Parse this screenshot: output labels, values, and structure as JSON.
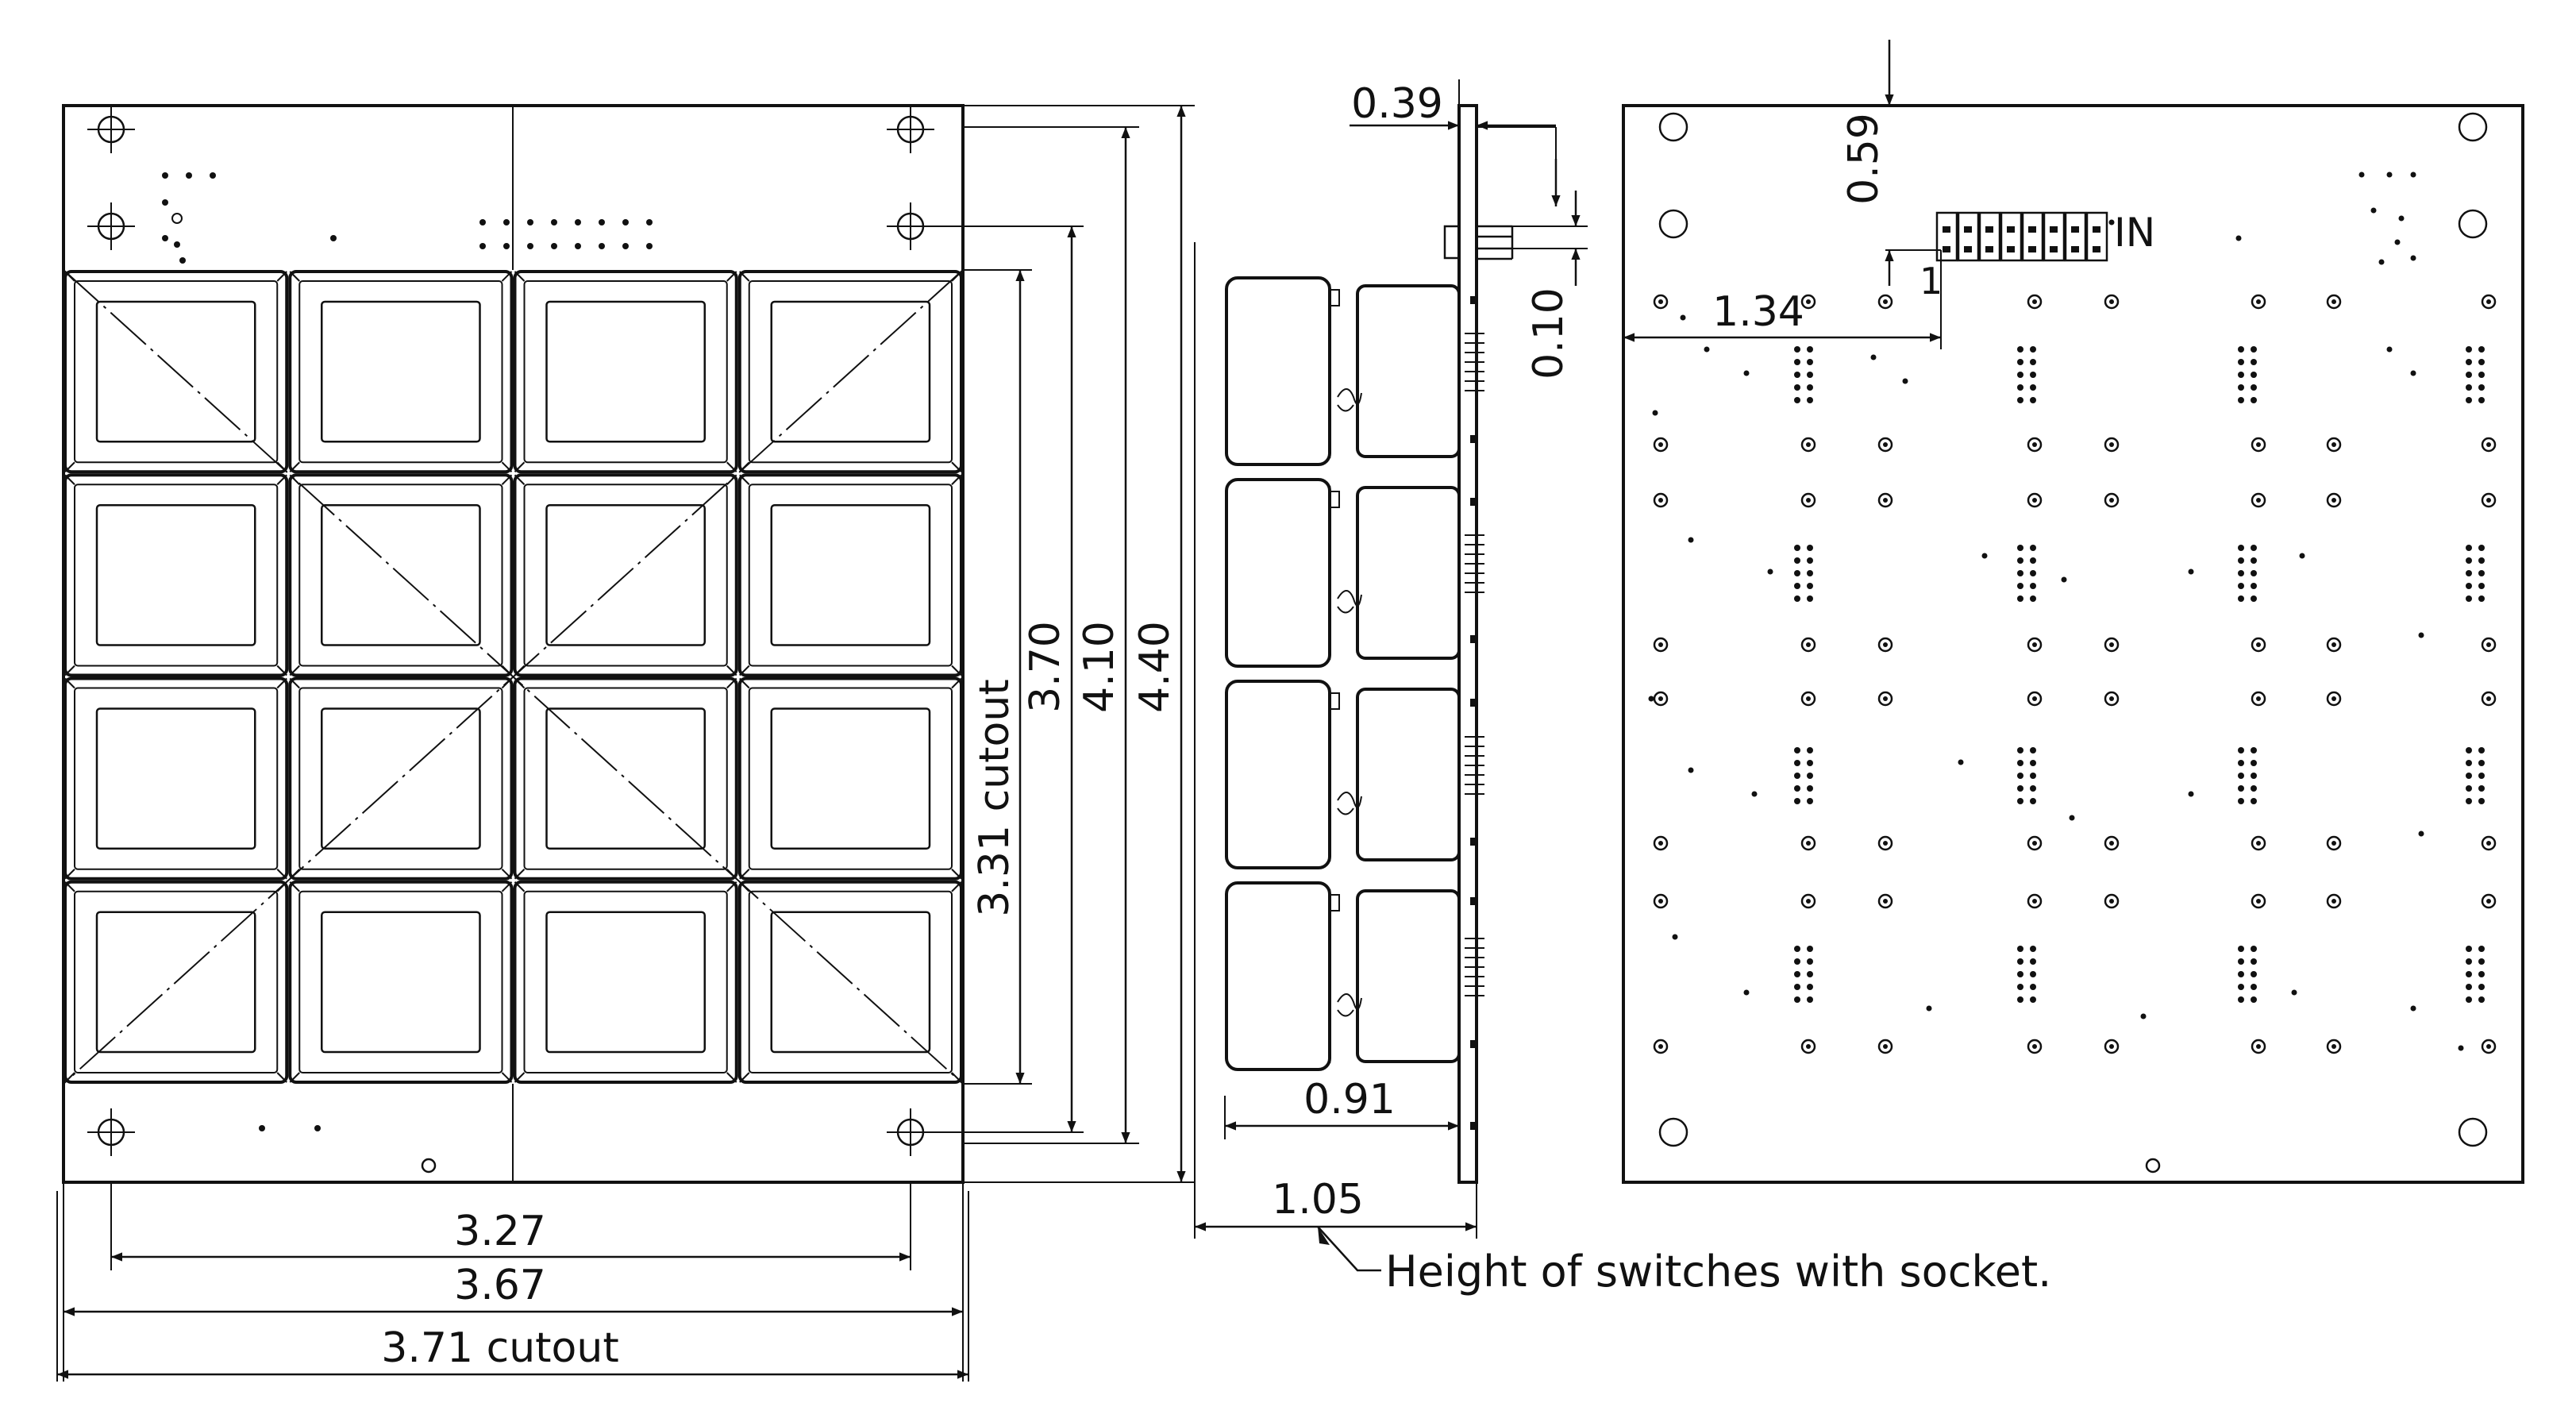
{
  "dimensions": {
    "side_pcb_thickness": "0.39",
    "header_offset": "0.59",
    "pin_spacing": "0.10",
    "header_from_left": "1.34",
    "pin1_label": "1",
    "connector_label": "IN",
    "cutout_height": "3.31 cutout",
    "hole_span_vertical": "3.70",
    "board_height_inner": "4.10",
    "board_height": "4.40",
    "hole_span_horizontal": "3.27",
    "board_width": "3.67",
    "cutout_width": "3.71 cutout",
    "switch_height": "0.91",
    "switch_socket_height": "1.05"
  },
  "note": "Height of switches with socket."
}
